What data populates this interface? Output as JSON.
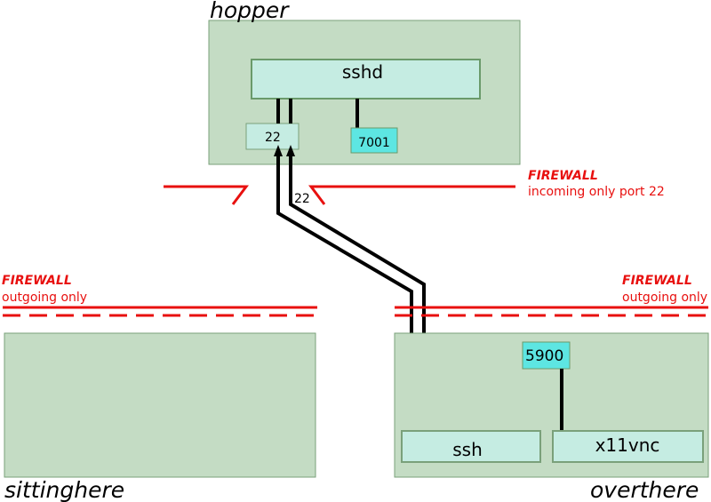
{
  "hosts": {
    "hopper": "hopper",
    "sittinghere": "sittinghere",
    "overthere": "overthere"
  },
  "services": {
    "sshd": "sshd",
    "ssh": "ssh",
    "x11vnc": "x11vnc"
  },
  "ports": {
    "hopper_ssh": "22",
    "hopper_forward": "7001",
    "tunnel_label": "22",
    "vnc": "5900"
  },
  "firewalls": {
    "hopper": {
      "title": "FIREWALL",
      "subtitle": "incoming only port 22"
    },
    "sittinghere": {
      "title": "FIREWALL",
      "subtitle": "outgoing only"
    },
    "overthere": {
      "title": "FIREWALL",
      "subtitle": "outgoing only"
    }
  },
  "colors": {
    "host_fill": "#c4dcc4",
    "service_fill": "#c5ece2",
    "port_highlight": "#5de6e2",
    "firewall": "#e8100f"
  }
}
